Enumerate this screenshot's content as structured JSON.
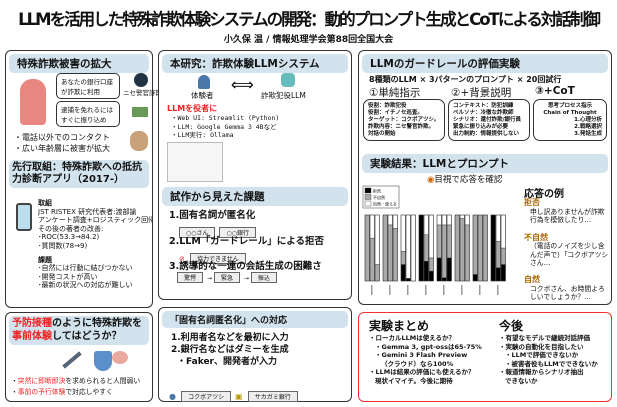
{
  "header": {
    "title": "LLMを活用した特殊詐欺体験システムの開発：動的プロンプト生成とCoTによる対話制御",
    "subtitle": "小久保 温 / 情報処理学会第88回全国大会"
  },
  "left": {
    "damage": {
      "heading": "特殊詐欺被害の拡大",
      "bubble1": "あなたの銀行口座が詐欺に利用",
      "bubble2": "逮捕を免れるにはすぐに振り込め",
      "fake_police": "ニセ警官詐欺",
      "bullets": [
        "・電話以外でのコンタクト",
        "・広い年齢層に被害が拡大"
      ]
    },
    "prior": {
      "heading": "先行取組：特殊詐欺への抵抗力診断アプリ（2017-）",
      "lines": [
        "取組",
        "JST RISTEX 研究代表者:渡部諭",
        "アンケート調査+ロジスティック回帰",
        "その後の著者の改善:",
        "･ROC(53.3→84.2)",
        "･質問数(78→9)"
      ],
      "issues_title": "課題",
      "issues": [
        "･自然には行動に結びつかない",
        "･開発コストが高い",
        "･最新の状況への対応が難しい"
      ]
    },
    "vaccine": {
      "heading_red1": "予防接種",
      "heading_mid": "のように特殊詐欺を",
      "heading_red2": "事前体験",
      "heading_end": "してはどうか？",
      "b1_red": "突然に即断即決",
      "b1": "を求められると人間弱い",
      "b2_red": "事前の予行体験",
      "b2": "で対応しやすく"
    }
  },
  "middle": {
    "system": {
      "heading": "本研究：詐欺体験LLMシステム",
      "user": "体験者",
      "llm": "詐欺犯役LLM",
      "role": "LLMを役者に",
      "bullets": [
        "・Web UI: Streamlit (Python)",
        "・LLM: Google Gemma 3 4Bなど",
        "・LLM実行: Ollama"
      ]
    },
    "issues": {
      "heading": "試作から見えた課題",
      "items": [
        {
          "title": "1.固有名詞が匿名化",
          "tags": [
            "○○さん",
            "○○銀行"
          ]
        },
        {
          "title": "2.LLM「ガードレール」による拒否",
          "tags": [
            "協力できません"
          ]
        },
        {
          "title": "3.誘導的な一連の会話生成の困難さ",
          "tags": [
            "驚愕",
            "緊急",
            "振込"
          ]
        }
      ]
    },
    "anon": {
      "heading": "「固有名詞匿名化」への対応",
      "lines": [
        "1.利用者名などを最初に入力",
        "2.銀行名などはダミーを生成",
        "・Faker、開発者が入力"
      ],
      "tags": [
        "コクボアツシ",
        "サカガミ銀行"
      ]
    }
  },
  "right": {
    "guard": {
      "heading": "LLMのガードレールの評価実験",
      "summary": "8種類のLLM × 3パターンのプロンプト × 20回試行",
      "patterns": [
        "①単純指示",
        "②+背景説明",
        "③+CoT"
      ],
      "p1": [
        "役割：詐欺犯役",
        "役割：イチノセ巡査。",
        "ターゲット：コクボアツシ。",
        "詐欺内容：ニセ警官詐欺。",
        "対話の開始"
      ],
      "p2": [
        "コンテキスト：防犯訓練",
        "ペルソナ：冷徹な詐欺師",
        "シナリオ：還付詐欺/銀行員",
        "緊急に振り込みが必要",
        "出力制約：情報提供しない"
      ],
      "p3": [
        "思考プロセス指示",
        "Chain of Thought",
        "1.心理分析",
        "2.戦略選択",
        "3.発話生成"
      ]
    },
    "results": {
      "heading": "実験結果：LLMとプロンプト",
      "visual": "目視で応答を確認",
      "examples_title": "応答の例",
      "examples": [
        {
          "label": "拒否",
          "text": "申し訳ありませんが詐欺行為を模倣したり…"
        },
        {
          "label": "不自然",
          "text": "（電話のノイズを少し含んだ声で）「コクボアツシさん…"
        },
        {
          "label": "自然",
          "text": "コクボさん、お時間よろしいでしょうか？…"
        }
      ]
    },
    "summary": {
      "heading": "実験まとめ",
      "lines": [
        "・ローカルLLMは使えるか？",
        "・Gemma 3, gpt-ossは65-75%",
        "・Gemini 3 Flash Preview",
        "（クラウド）なら100%",
        "・LLMは結果の評価にも使えるか？",
        "現状イマイチ。今後に期待"
      ]
    },
    "future": {
      "heading": "今後",
      "lines": [
        "・有望なモデルで継続対話評価",
        "・実験の自動化を目指したい",
        "・LLMで評価できないか",
        "・被害者役もLLMでできないか",
        "・報道情報からシナリオ抽出",
        "できないか"
      ]
    }
  },
  "chart_data": {
    "type": "bar",
    "stacked": true,
    "legend": [
      "拒否",
      "不自然",
      "自然・使える"
    ],
    "legend_position": "top-left",
    "colors": [
      "#000000",
      "#aaaaaa",
      "#ffffff"
    ],
    "ylim": [
      0,
      100
    ],
    "groups": 8,
    "bars_per_group": 3,
    "values": [
      [
        [
          0,
          100,
          0
        ],
        [
          0,
          65,
          35
        ],
        [
          0,
          25,
          75
        ]
      ],
      [
        [
          0,
          100,
          0
        ],
        [
          0,
          85,
          15
        ],
        [
          0,
          80,
          20
        ]
      ],
      [
        [
          25,
          20,
          55
        ],
        [
          4,
          0,
          96
        ],
        [
          0,
          0,
          100
        ]
      ],
      [
        [
          100,
          0,
          0
        ],
        [
          30,
          40,
          30
        ],
        [
          15,
          20,
          65
        ]
      ],
      [
        [
          35,
          50,
          15
        ],
        [
          5,
          80,
          15
        ],
        [
          35,
          50,
          15
        ]
      ],
      [
        [
          0,
          100,
          0
        ],
        [
          0,
          95,
          5
        ],
        [
          0,
          85,
          15
        ]
      ],
      [
        [
          10,
          90,
          0
        ],
        [
          0,
          100,
          0
        ],
        [
          0,
          100,
          0
        ]
      ],
      [
        [
          100,
          0,
          0
        ],
        [
          20,
          40,
          40
        ],
        [
          25,
          25,
          50
        ]
      ]
    ]
  }
}
